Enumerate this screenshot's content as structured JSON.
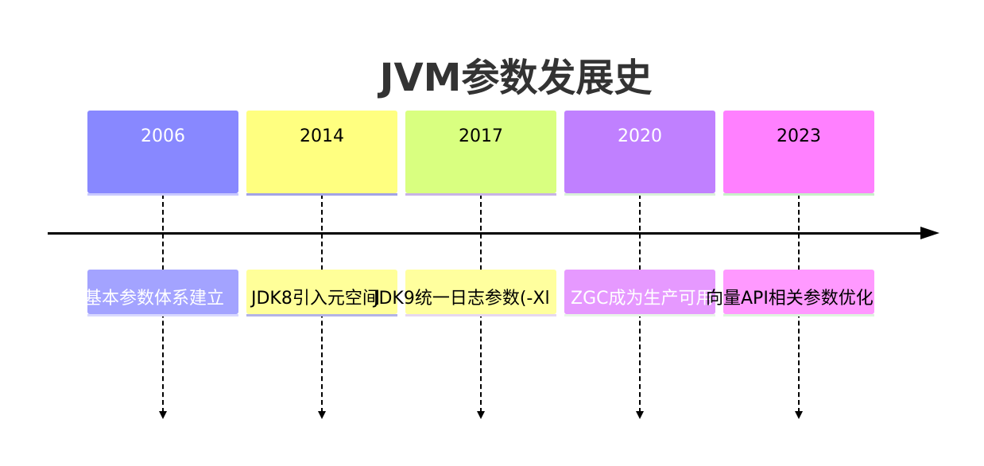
{
  "title": "JVM参数发展史",
  "timeline": [
    {
      "year": "2006",
      "event": "基本参数体系建立",
      "period_color": "#8888ff",
      "period_text_color": "#ffffff",
      "underline_color": "#c9c9ff",
      "event_color": "#a3a3ff",
      "event_text_color": "#ffffff",
      "event_underline_color": "#d8d8ff"
    },
    {
      "year": "2014",
      "event": "JDK8引入元空间",
      "period_color": "#ffff80",
      "period_text_color": "#000000",
      "underline_color": "#a3a3e6",
      "event_color": "#ffff99",
      "event_text_color": "#000000",
      "event_underline_color": "#b3b3e6"
    },
    {
      "year": "2017",
      "event": "JDK9统一日志参数(-Xl",
      "period_color": "#d9ff80",
      "period_text_color": "#000000",
      "underline_color": "#c8b3e6",
      "event_color": "#ffff9e",
      "event_text_color": "#000000",
      "event_underline_color": "#e6d8f0"
    },
    {
      "year": "2020",
      "event": "ZGC成为生产可用",
      "period_color": "#c080ff",
      "period_text_color": "#ffffff",
      "underline_color": "#d9f0d9",
      "event_color": "#e699ff",
      "event_text_color": "#ffffff",
      "event_underline_color": "#e8f5e8"
    },
    {
      "year": "2023",
      "event": "向量API相关参数优化",
      "period_color": "#ff80ff",
      "period_text_color": "#000000",
      "underline_color": "#c8f0c8",
      "event_color": "#ff99ff",
      "event_text_color": "#000000",
      "event_underline_color": "#def5de"
    }
  ]
}
